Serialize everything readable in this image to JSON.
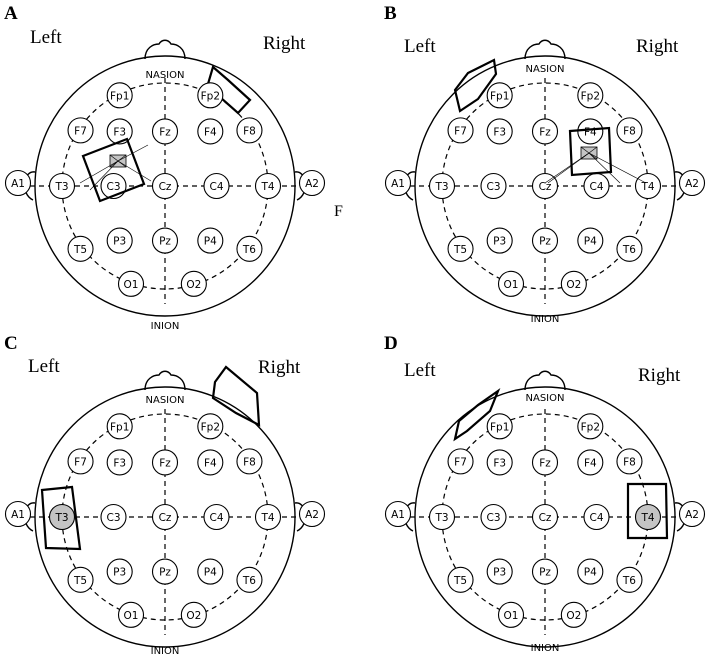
{
  "stray_label": "F",
  "panels": [
    {
      "letter": "A",
      "left_label": "Left",
      "right_label": "Right",
      "nasion_label": "NASION",
      "inion_label": "INION",
      "electrodes": [
        "Fp1",
        "Fp2",
        "F7",
        "F3",
        "Fz",
        "F4",
        "F8",
        "A1",
        "T3",
        "C3",
        "Cz",
        "C4",
        "T4",
        "A2",
        "T5",
        "P3",
        "Pz",
        "P4",
        "T6",
        "O1",
        "O2"
      ],
      "highlighted": []
    },
    {
      "letter": "B",
      "left_label": "Left",
      "right_label": "Right",
      "nasion_label": "NASION",
      "inion_label": "INION",
      "electrodes": [
        "Fp1",
        "Fp2",
        "F7",
        "F3",
        "Fz",
        "F4",
        "F8",
        "A1",
        "T3",
        "C3",
        "Cz",
        "C4",
        "T4",
        "A2",
        "T5",
        "P3",
        "Pz",
        "P4",
        "T6",
        "O1",
        "O2"
      ],
      "highlighted": []
    },
    {
      "letter": "C",
      "left_label": "Left",
      "right_label": "Right",
      "nasion_label": "NASION",
      "inion_label": "INION",
      "electrodes": [
        "Fp1",
        "Fp2",
        "F7",
        "F3",
        "Fz",
        "F4",
        "F8",
        "A1",
        "T3",
        "C3",
        "Cz",
        "C4",
        "T4",
        "A2",
        "T5",
        "P3",
        "Pz",
        "P4",
        "T6",
        "O1",
        "O2"
      ],
      "highlighted": [
        "T3"
      ]
    },
    {
      "letter": "D",
      "left_label": "Left",
      "right_label": "Right",
      "nasion_label": "NASION",
      "inion_label": "INION",
      "electrodes": [
        "Fp1",
        "Fp2",
        "F7",
        "F3",
        "Fz",
        "F4",
        "F8",
        "A1",
        "T3",
        "C3",
        "Cz",
        "C4",
        "T4",
        "A2",
        "T5",
        "P3",
        "Pz",
        "P4",
        "T6",
        "O1",
        "O2"
      ],
      "highlighted": [
        "T4"
      ]
    }
  ]
}
